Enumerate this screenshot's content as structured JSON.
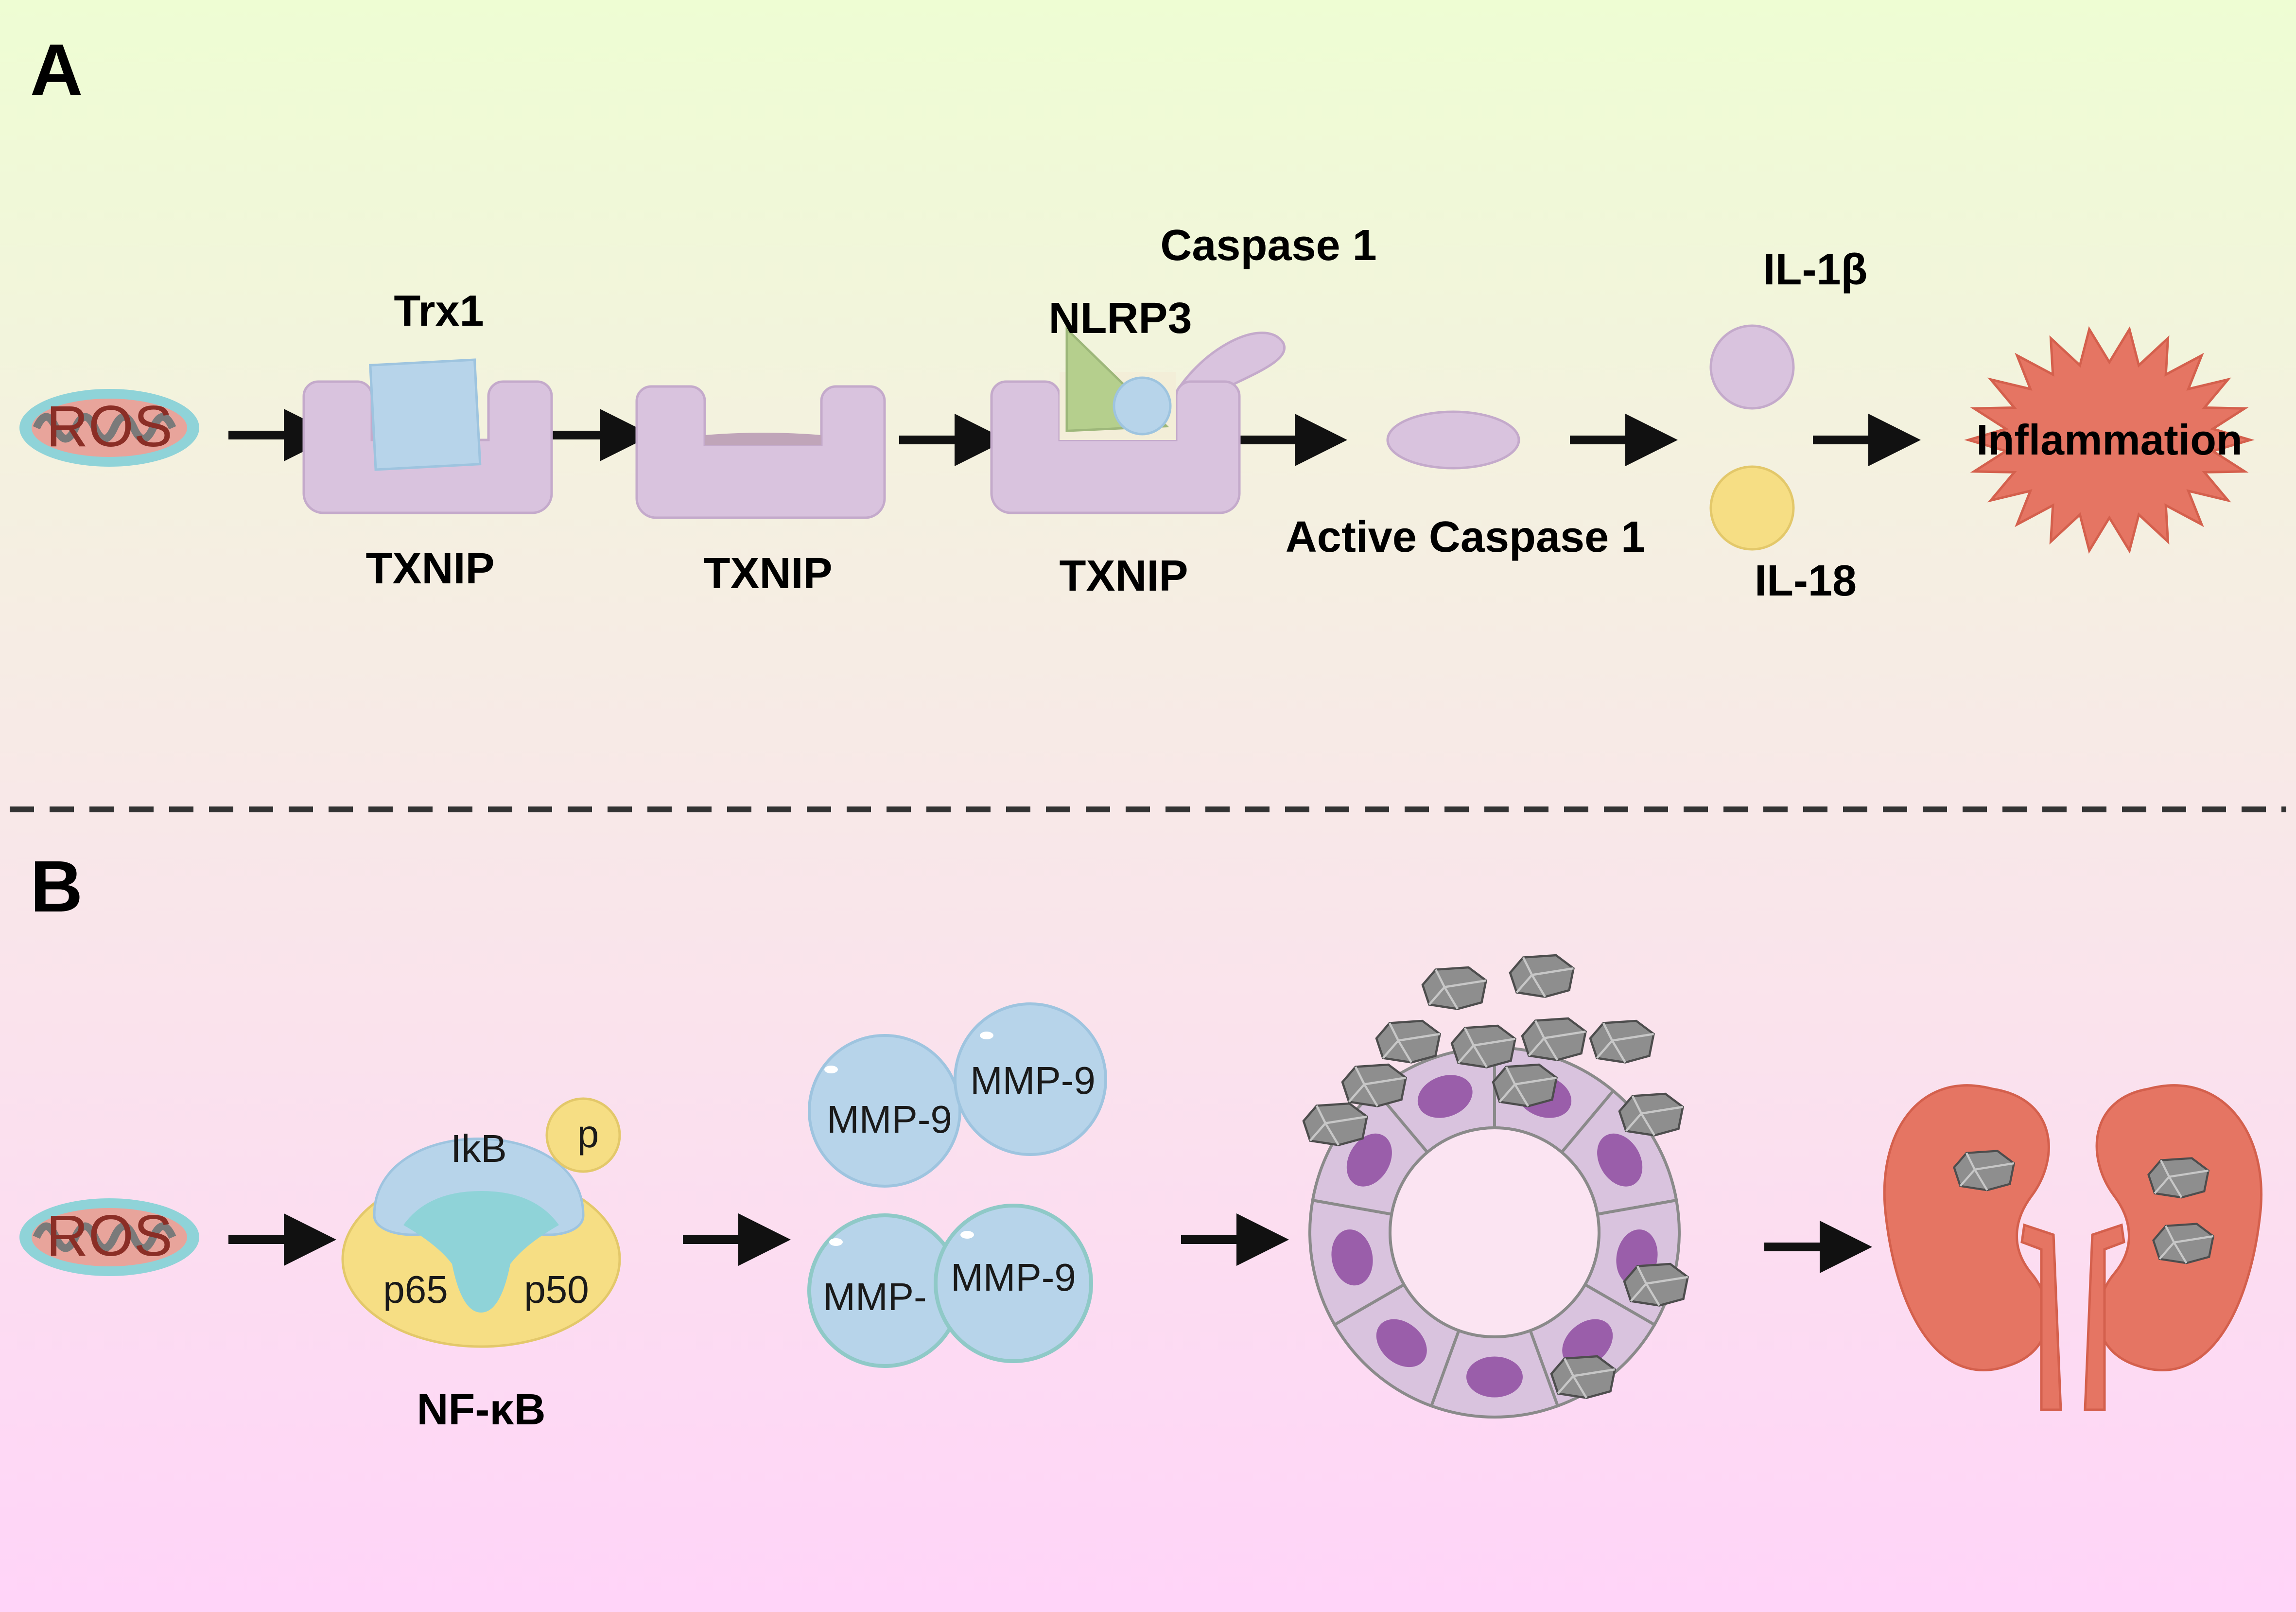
{
  "panel_a": {
    "letter": "A",
    "ros": "ROS",
    "trx1": "Trx1",
    "txnip_1": "TXNIP",
    "txnip_2": "TXNIP",
    "txnip_3": "TXNIP",
    "nlrp3": "NLRP3",
    "caspase1": "Caspase 1",
    "active_caspase1": "Active Caspase 1",
    "il1b": "IL-1β",
    "il18": "IL-18",
    "inflammation": "Inflammation"
  },
  "panel_b": {
    "letter": "B",
    "ros": "ROS",
    "ikb": "IkB",
    "p": "p",
    "p65": "p65",
    "p50": "p50",
    "nfkb": "NF-κB",
    "mmp_top_left": "MMP-9",
    "mmp_top_right": "MMP-9",
    "mmp_bottom_left": "MMP-",
    "mmp_bottom_right": "MMP-9"
  },
  "colors": {
    "bg_top": "#eefdd3",
    "bg_mid": "#f8e8e8",
    "bg_bottom": "#ffd4f8",
    "txnip": "#d9c3de",
    "trx1": "#b7d4ea",
    "nlrp3": "#b5cf8d",
    "caspase": "#d9c3de",
    "il18": "#f6de84",
    "inflammation": "#e57563",
    "kidney": "#e57563",
    "mmp9": "#b7d4ea",
    "nfkb": "#f6de84",
    "cell": "#d9c3de",
    "nucleus": "#9a5eaa",
    "stone": "#8e8e8e"
  }
}
